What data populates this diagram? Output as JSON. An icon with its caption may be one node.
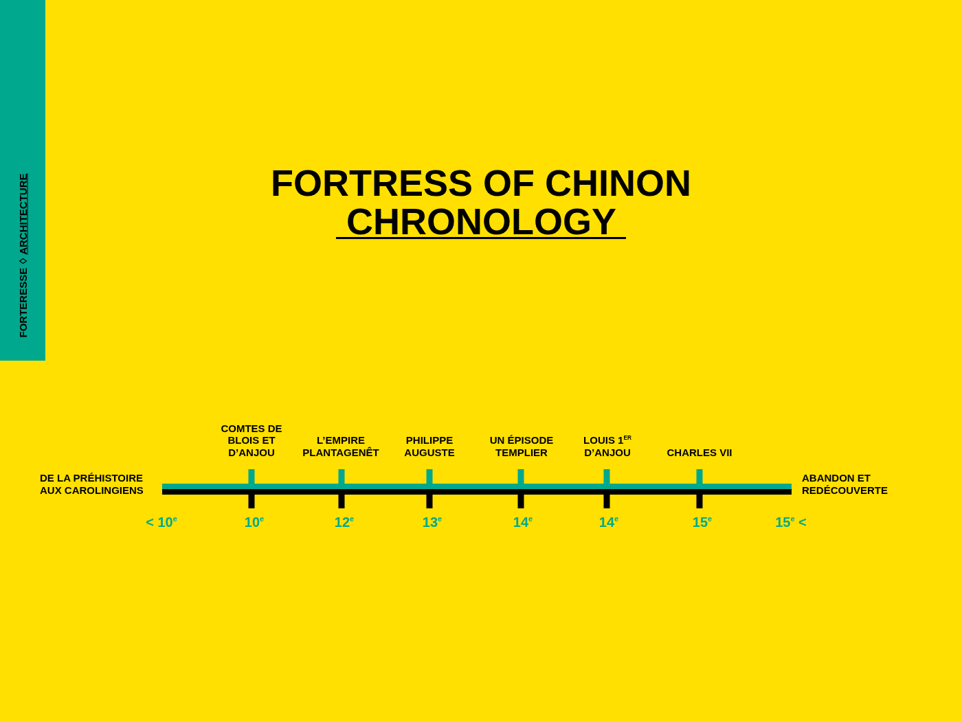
{
  "diagram": {
    "title": "FORTRESS OF CHINON CHRONOLOGY",
    "labels": [
      "FORTERESSE",
      "ARCHITECTURE",
      "COMTES DE BLOIS ET D’ANJOU",
      "L’EMPIRE PLANTAGENÊT",
      "PHILIPPE AUGUSTE",
      "UN ÉPISODE TEMPLIER",
      "LOUIS 1$^{ER}$ D’ANJOU",
      "CHARLES VII",
      "DE LA PRÉHISTOIRE AUX CAROLINGIENS",
      "ABANDON ET REDÉCOUVERTE",
      "< 10$^{e}$",
      "10$^{e}$",
      "12$^{e}$",
      "13$^{e}$",
      "14$^{e}$",
      "14$^{e}$",
      "15$^{e}$",
      "15$^{e}$ <"
    ]
  }
}
